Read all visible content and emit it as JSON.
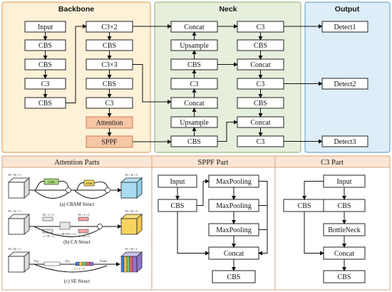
{
  "colors": {
    "backbone_bg": "#fdf1d8",
    "backbone_border": "#e0a868",
    "neck_bg": "#e6efdc",
    "neck_border": "#9bbb86",
    "output_bg": "#ddeef8",
    "output_border": "#7aa9c8",
    "highlight_fill": "#f6c6a6",
    "highlight_stroke": "#d07a4a",
    "bottom_bg": "#fbe6d6",
    "bottom_border": "#d9a47c"
  },
  "sections": {
    "backbone": "Backbone",
    "neck": "Neck",
    "output": "Output"
  },
  "backbone": {
    "col1": [
      "Input",
      "CBS",
      "CBS",
      "C3",
      "CBS"
    ],
    "col2": [
      "C3×2",
      "CBS",
      "C3×3",
      "CBS",
      "C3",
      "Attention",
      "SPPF"
    ]
  },
  "neck": {
    "col1": [
      "Concat",
      "Upsample",
      "CBS",
      "C3",
      "Concat",
      "Upsample",
      "CBS"
    ],
    "col2": [
      "C3",
      "CBS",
      "Concat",
      "C3",
      "CBS",
      "Concat",
      "C3"
    ]
  },
  "output": [
    "Detect1",
    "Detect2",
    "Detect3"
  ],
  "bottom_titles": {
    "attention": "Attention Parts",
    "sppf": "SPPF Part",
    "c3": "C3 Part"
  },
  "sppf_part": {
    "input": "Input",
    "cbs": "CBS",
    "maxpool1": "MaxPooling",
    "maxpool2": "MaxPooling",
    "maxpool3": "MaxPooling",
    "concat": "Concat",
    "cbs_out": "CBS"
  },
  "c3_part": {
    "input": "Input",
    "cbs_left": "CBS",
    "cbs_mid": "CBS",
    "bottleneck": "BottleNeck",
    "concat": "Concat",
    "cbs_out": "CBS"
  },
  "attention_parts": {
    "cbam_caption": "(a) CBAM Struct",
    "ca_caption": "(b) CA Struct",
    "se_caption": "(c) SE Struct",
    "cam_label": "CAM",
    "sam_label": "SAM",
    "dims_label": "H × W × C",
    "ca_dims_a": "H × 1 × C",
    "ca_dims_b": "1 × W × C",
    "ca_dims_c": "1 × (H+W) × C/r",
    "ca_dims_d": "H × 1 × C",
    "ca_dims_e": "1 × W × C",
    "se_fsq": "Fsq",
    "se_fex": "Fex",
    "se_fscale": "Fscale",
    "se_c": "C",
    "se_one": "1 × 1 × C"
  }
}
